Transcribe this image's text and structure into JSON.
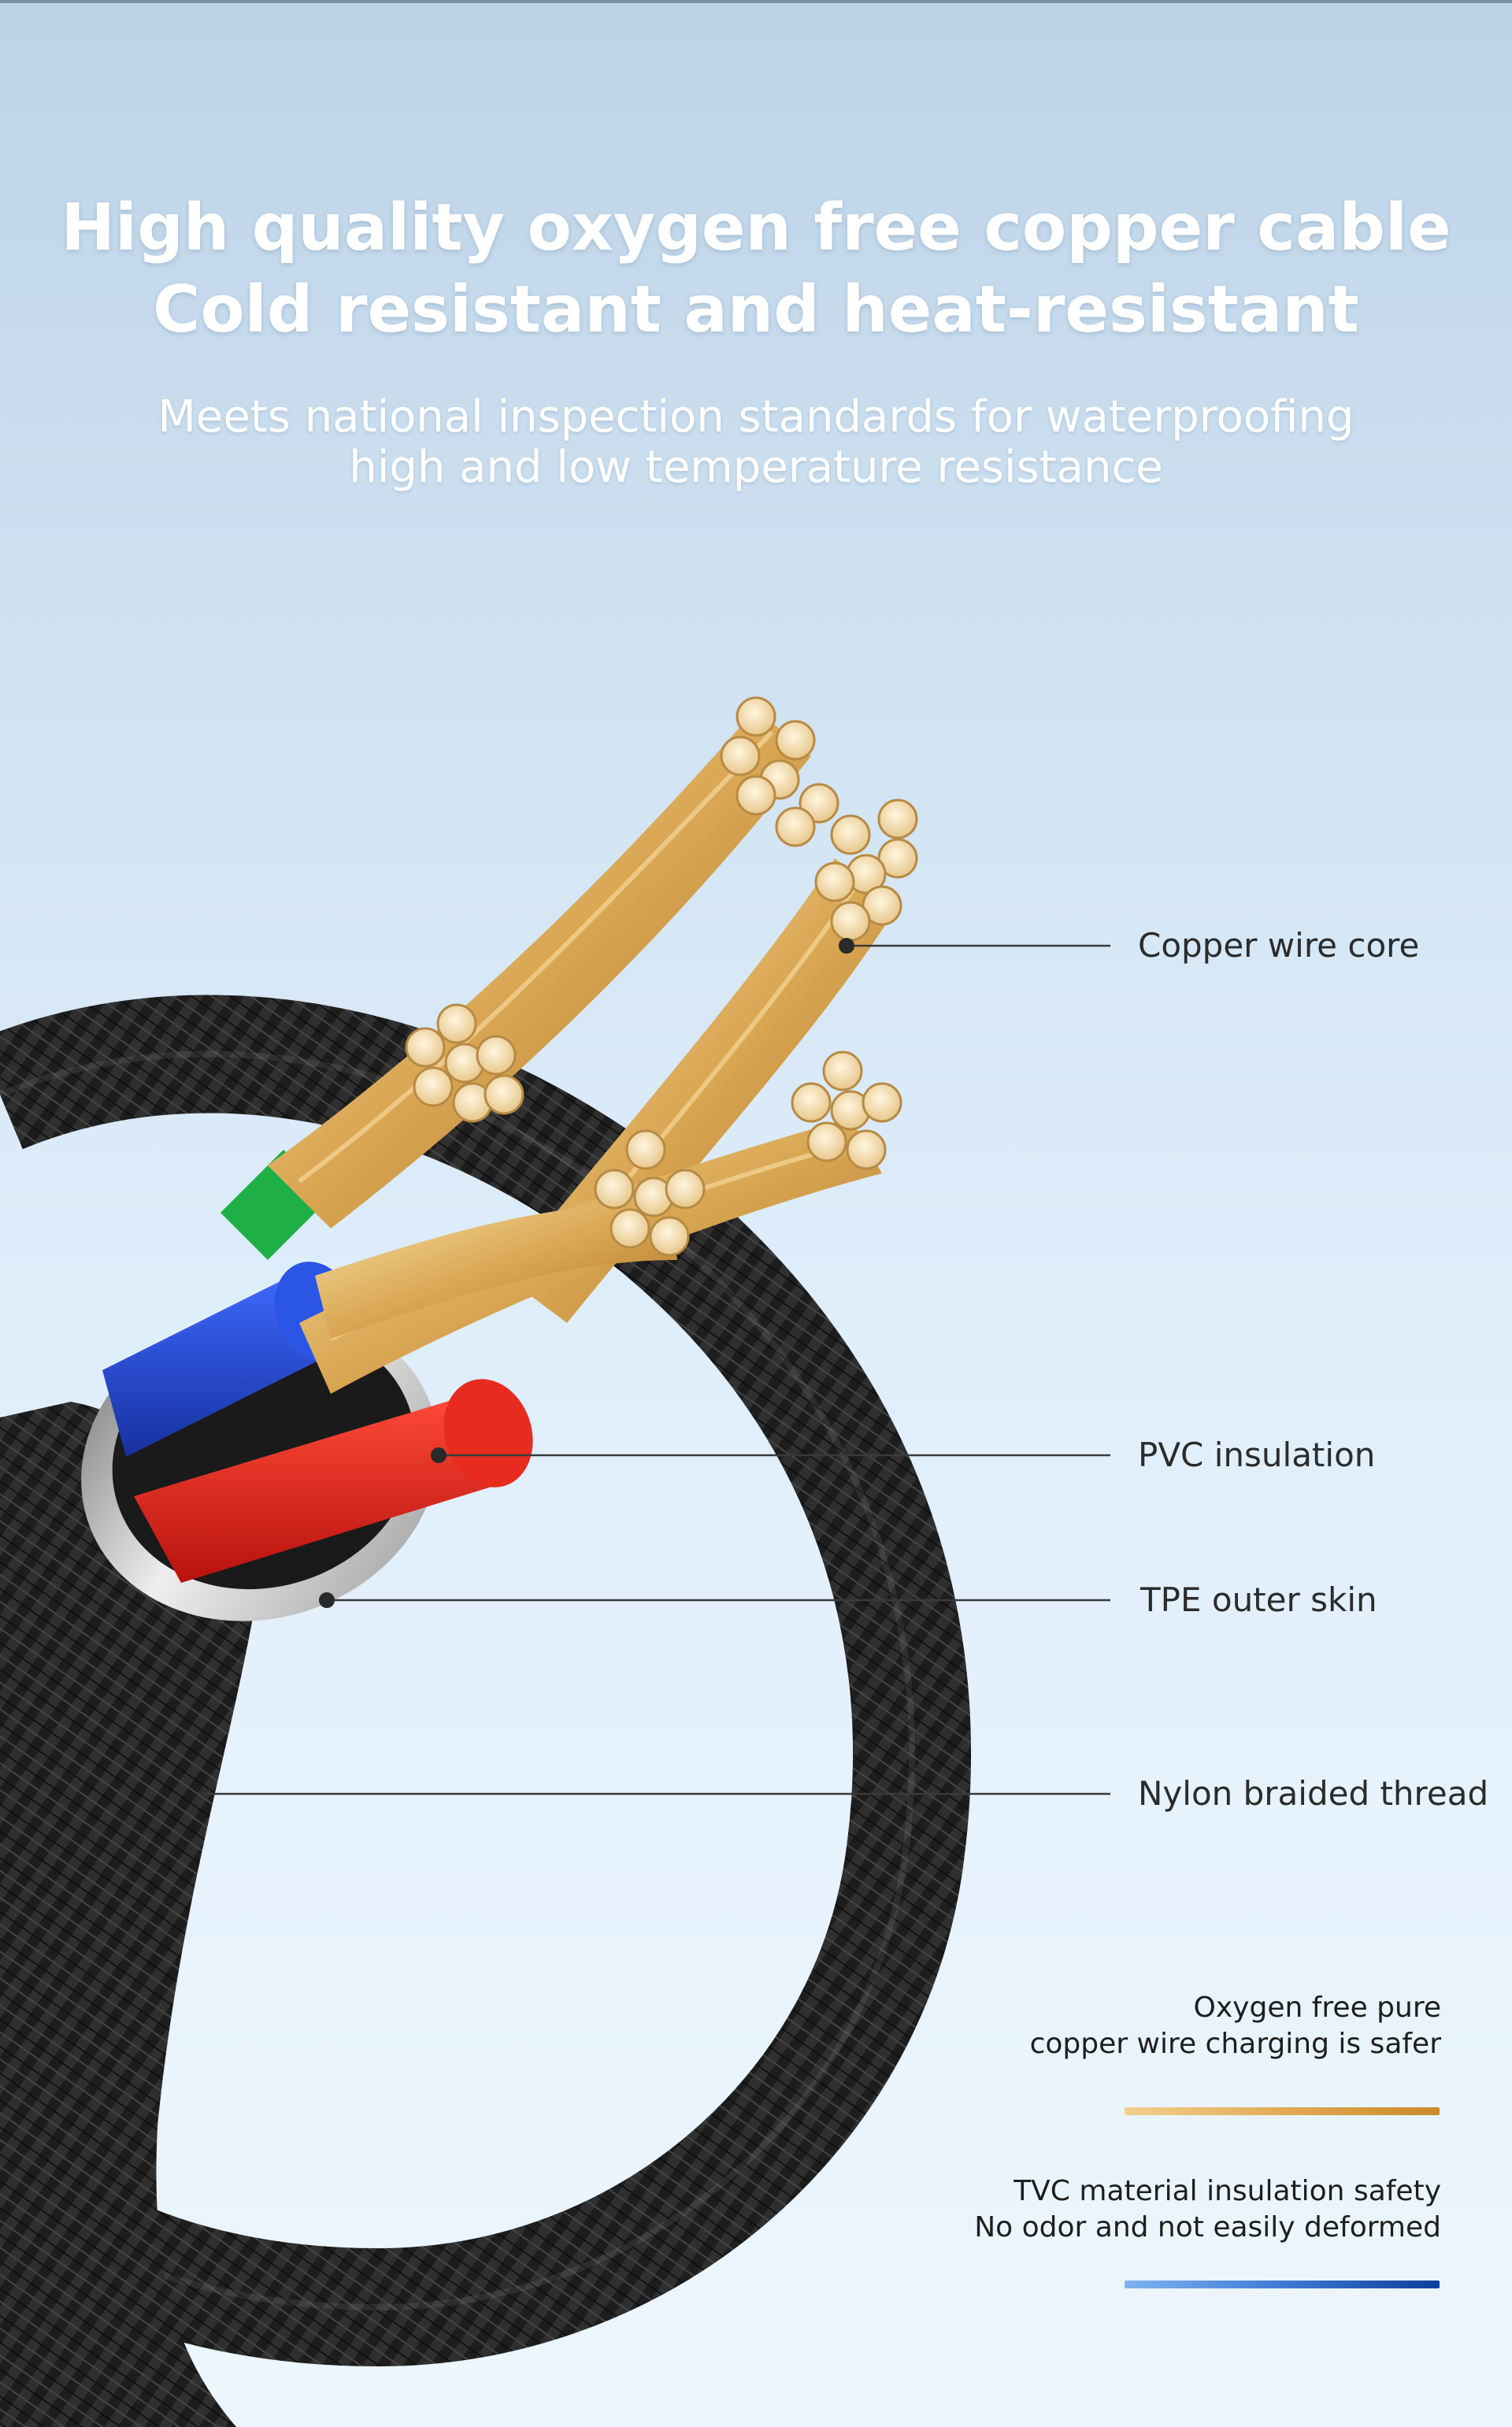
{
  "header": {
    "title_line1": "High quality oxygen free copper cable",
    "title_line2": "Cold resistant and heat-resistant",
    "subtitle_line1": "Meets national inspection standards for waterproofing",
    "subtitle_line2": "high and low temperature resistance"
  },
  "callouts": {
    "copper_core": "Copper wire core",
    "pvc_insulation": "PVC insulation",
    "tpe_skin": "TPE outer skin",
    "nylon_braid": "Nylon braided thread"
  },
  "notes": {
    "copper_line1": "Oxygen free pure",
    "copper_line2": "copper wire charging is safer",
    "tvc_line1": "TVC material insulation safety",
    "tvc_line2": "No odor and not easily deformed"
  },
  "colors": {
    "gold_bar": "#d39a3c",
    "blue_bar": "#1f56b8",
    "braid": "#1c1c1c",
    "wire_red": "#e0231b",
    "wire_blue": "#1f47d8",
    "wire_green": "#1eb046",
    "copper": "#e2b26a"
  }
}
